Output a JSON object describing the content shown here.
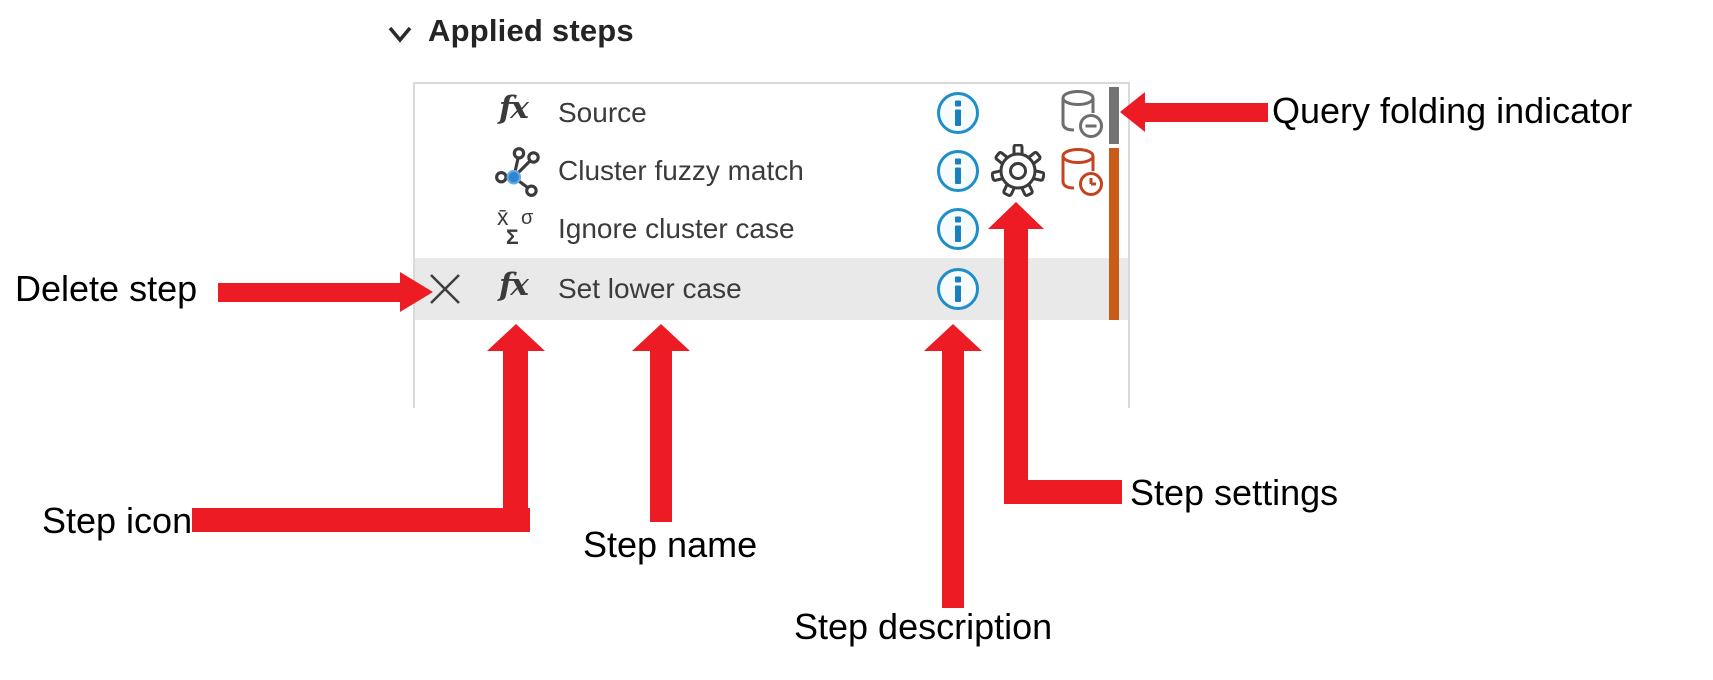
{
  "header": {
    "title": "Applied steps",
    "collapse_icon": "chevron-down-icon"
  },
  "steps": [
    {
      "name": "Source",
      "icon": "fx-function-icon",
      "has_info": true,
      "has_settings": false,
      "has_delete": false,
      "folding_icon": "database-minus-icon",
      "folding_bar": "gray",
      "selected": false
    },
    {
      "name": "Cluster fuzzy match",
      "icon": "cluster-fuzzy-icon",
      "has_info": true,
      "has_settings": true,
      "has_delete": false,
      "folding_icon": "database-clock-icon",
      "folding_bar": "orange",
      "selected": false
    },
    {
      "name": "Ignore cluster case",
      "icon": "statistics-icon",
      "has_info": true,
      "has_settings": false,
      "has_delete": false,
      "folding_icon": null,
      "folding_bar": null,
      "selected": false
    },
    {
      "name": "Set lower case",
      "icon": "fx-function-icon",
      "has_info": true,
      "has_settings": false,
      "has_delete": true,
      "folding_icon": null,
      "folding_bar": null,
      "selected": true
    }
  ],
  "glyphs": {
    "fx": "fx",
    "stat_x": "x̄",
    "stat_sigma": "σ",
    "stat_sum": "Σ",
    "info": "i"
  },
  "annotations": {
    "query_folding": "Query folding indicator",
    "delete_step": "Delete step",
    "step_icon": "Step icon",
    "step_name": "Step name",
    "step_description": "Step description",
    "step_settings": "Step settings"
  },
  "colors": {
    "arrow_red": "#ed1c24",
    "info_blue": "#1f8ec9",
    "db_gray": "#6e6e6e",
    "db_red": "#c3441f",
    "bar_gray": "#737373",
    "bar_orange": "#ca5a18",
    "row_highlight": "#e9e9e9",
    "panel_border": "#d9d9d9",
    "step_text": "#3b3b3b",
    "header_text": "#252423"
  }
}
